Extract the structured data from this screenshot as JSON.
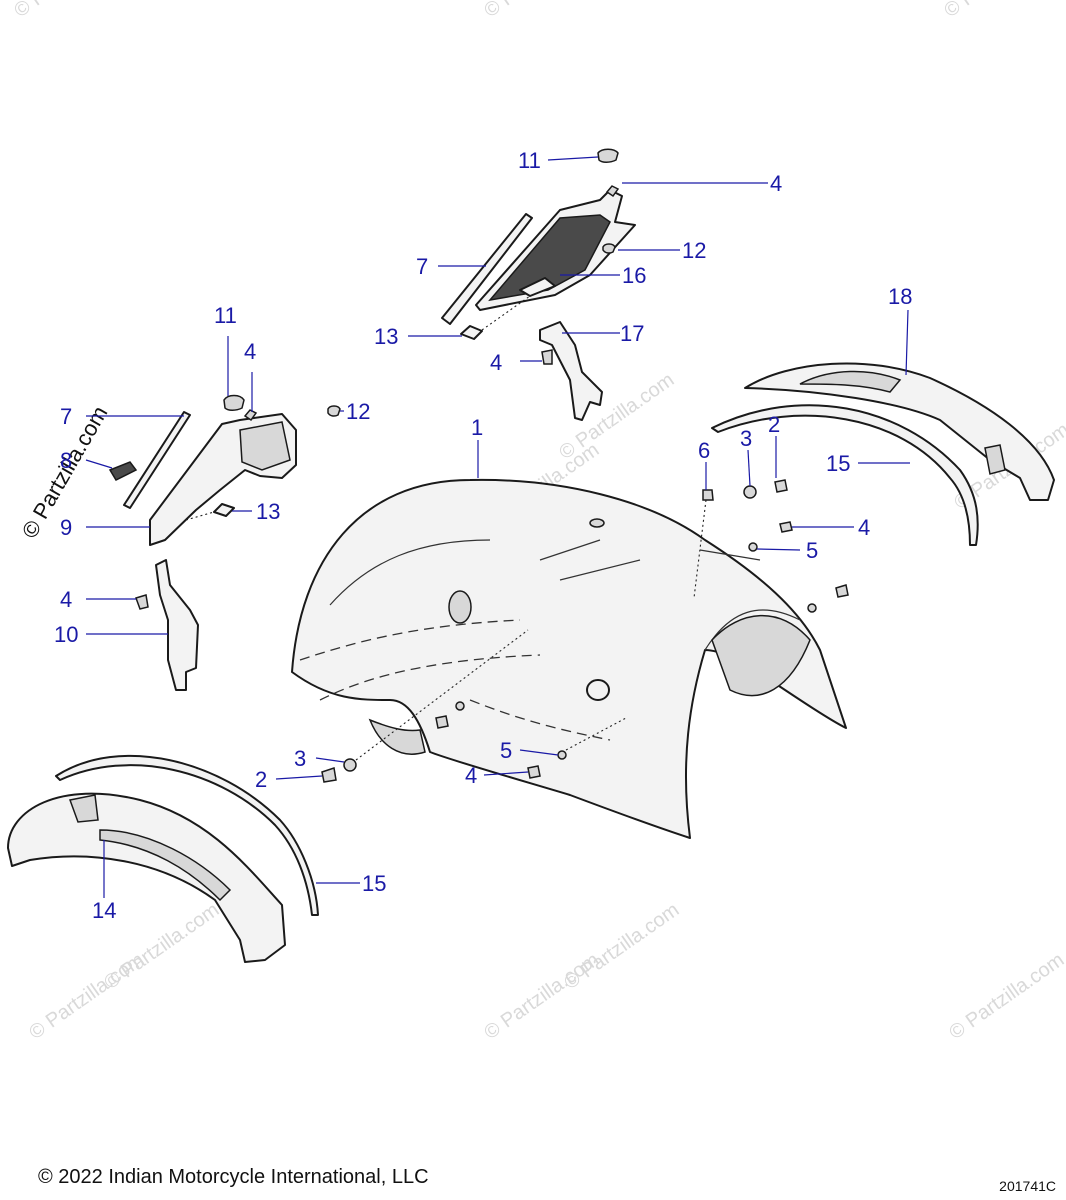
{
  "watermark": "© Partzilla.com",
  "footer": {
    "copyright": "© 2022 Indian Motorcycle International, LLC",
    "diagram_code": "201741C"
  },
  "callouts": {
    "c1": "1",
    "c2a": "2",
    "c2b": "2",
    "c3a": "3",
    "c3b": "3",
    "c4a": "4",
    "c4b": "4",
    "c4c": "4",
    "c4d": "4",
    "c4e": "4",
    "c4f": "4",
    "c5a": "5",
    "c5b": "5",
    "c6": "6",
    "c7a": "7",
    "c7b": "7",
    "c8": "8",
    "c9": "9",
    "c10": "10",
    "c11a": "11",
    "c11b": "11",
    "c12a": "12",
    "c12b": "12",
    "c13a": "13",
    "c13b": "13",
    "c14": "14",
    "c15a": "15",
    "c15b": "15",
    "c16": "16",
    "c17": "17",
    "c18": "18"
  }
}
